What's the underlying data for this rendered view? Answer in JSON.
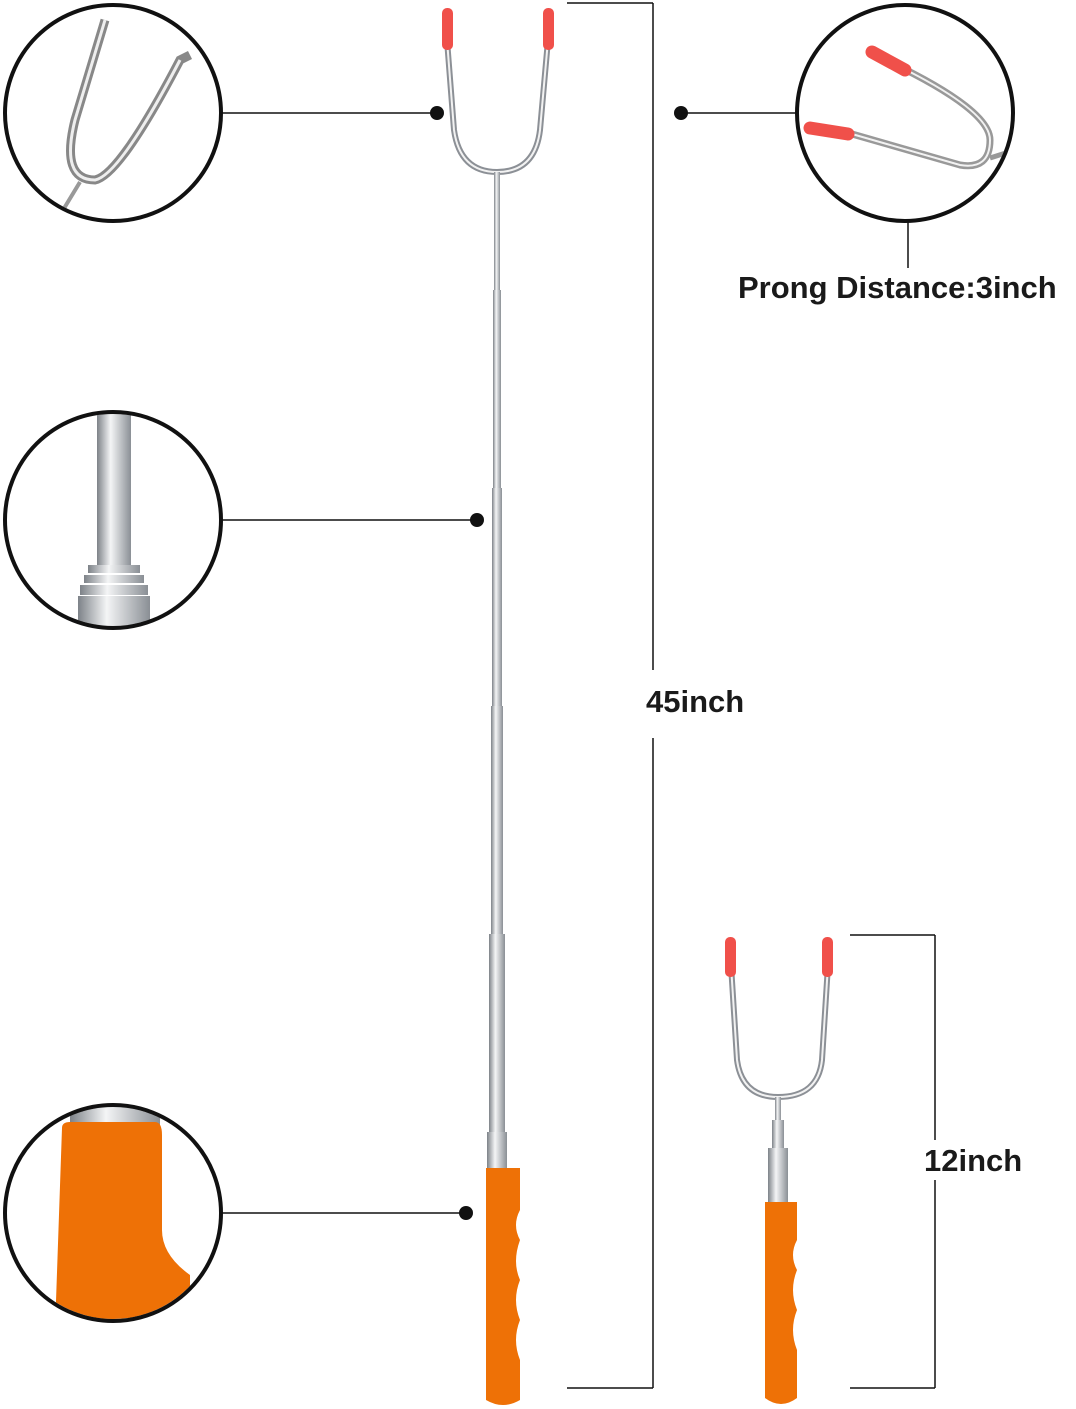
{
  "labels": {
    "prong_distance": "Prong Distance:3inch",
    "extended_length": "45inch",
    "collapsed_length": "12inch"
  },
  "colors": {
    "handle": "#ee7106",
    "tip": "#f0504a",
    "steel": "#b8bcc0",
    "line": "#1a1a1a"
  }
}
